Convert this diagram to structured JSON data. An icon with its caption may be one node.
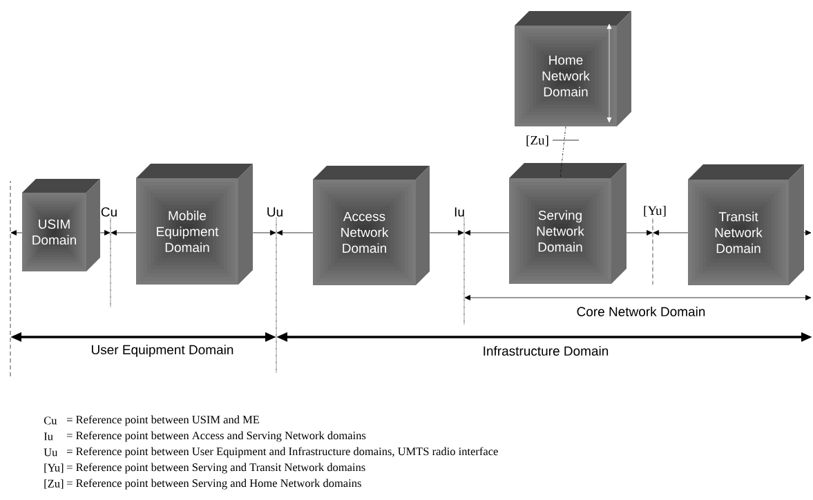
{
  "diagram": {
    "nodes": [
      {
        "text": [
          "Home Network Domain"
        ]
      },
      {
        "text": [
          "USIM Domain"
        ]
      },
      {
        "text": [
          "Mobile Equipment Domain"
        ]
      },
      {
        "text": [
          "Access Network Domain"
        ]
      },
      {
        "text": [
          "Serving Network Domain"
        ]
      },
      {
        "text": [
          "Transit Network Domain"
        ]
      },
      {
        "text": [],
        "shape": "line"
      },
      {
        "text": [
          "Cu"
        ]
      },
      {
        "text": [
          "Uu"
        ]
      },
      {
        "text": [
          "Iu"
        ]
      },
      {
        "text": [
          "[Yu]"
        ]
      }
    ],
    "edges": [
      {
        "from": 1,
        "to": 6,
        "arrow": "to"
      },
      {
        "from": 1,
        "to": 7,
        "arrow": "to"
      },
      {
        "from": 2,
        "to": 7,
        "arrow": "to"
      },
      {
        "from": 2,
        "to": 8,
        "arrow": "to"
      },
      {
        "from": 3,
        "to": 8,
        "arrow": "to"
      },
      {
        "from": 3,
        "to": 9,
        "arrow": "to"
      },
      {
        "from": 4,
        "to": 9,
        "arrow": "to"
      },
      {
        "from": 4,
        "to": 10,
        "arrow": "to"
      },
      {
        "from": 5,
        "to": 10,
        "arrow": "to"
      },
      {
        "from": 5,
        "to": null,
        "arrow": "to"
      },
      {
        "from": 0,
        "to": 4,
        "arrow": "none",
        "style": "dashed",
        "label": "[Zu]"
      },
      {
        "from": 9,
        "to": null,
        "arrow": "both",
        "label": "Core Network Domain"
      },
      {
        "from": 6,
        "to": 8,
        "arrow": "both",
        "style": "thick",
        "label": "User Equipment Domain"
      },
      {
        "from": 8,
        "to": null,
        "arrow": "both",
        "style": "thick",
        "label": "Infrastructure Domain"
      }
    ],
    "labels": [
      "Cu",
      "= Reference point between USIM and ME",
      "Iu",
      "= Reference point between Access and Serving Network domains",
      "Uu",
      "= Reference point between User Equipment and Infrastructure domains, UMTS radio interface",
      "[Yu]",
      "= Reference point between Serving and Transit Network domains",
      "[Zu]",
      "= Reference point between Serving and Home Network domains"
    ]
  }
}
